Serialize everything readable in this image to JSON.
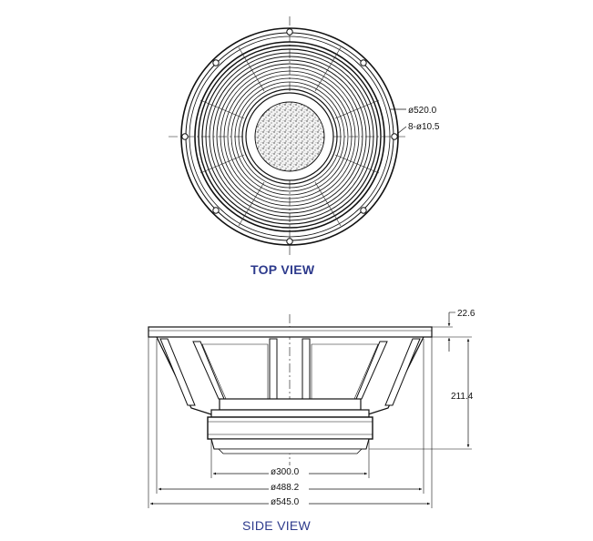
{
  "top_view": {
    "title": "TOP VIEW",
    "dim_outer_diameter": "ø520.0",
    "dim_mounting_holes": "8-ø10.5"
  },
  "side_view": {
    "title": "SIDE VIEW",
    "dim_flange_thickness": "22.6",
    "dim_depth": "211.4",
    "dim_magnet_diameter": "ø300.0",
    "dim_baffle_cutout": "ø488.2",
    "dim_overall_diameter": "ø545.0"
  },
  "colors": {
    "title_color": "#2d3a8c",
    "line_color": "#111111"
  }
}
